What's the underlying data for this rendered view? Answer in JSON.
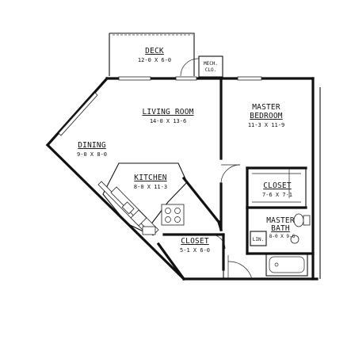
{
  "rooms": {
    "deck": {
      "name": "DECK",
      "dim": "12-0 X 6-0"
    },
    "mech": {
      "line1": "MECH.",
      "line2": "CLO."
    },
    "living": {
      "name": "LIVING ROOM",
      "dim": "14-0 X 13-6"
    },
    "master_bedroom": {
      "line1": "MASTER",
      "line2": "BEDROOM",
      "dim": "11-3 X 11-9"
    },
    "dining": {
      "name": "DINING",
      "dim": "9-0 X 8-0"
    },
    "kitchen": {
      "name": "KITCHEN",
      "dim": "8-0 X 11-3"
    },
    "closet_bedroom": {
      "name": "CLOSET",
      "dim": "7-6 X 7-1"
    },
    "master_bath": {
      "line1": "MASTER",
      "line2": "BATH",
      "dim": "8-0 X 9-6"
    },
    "linen": {
      "name": "LIN."
    },
    "closet_hall": {
      "name": "CLOSET",
      "dim": "5-1 X 6-0"
    }
  }
}
